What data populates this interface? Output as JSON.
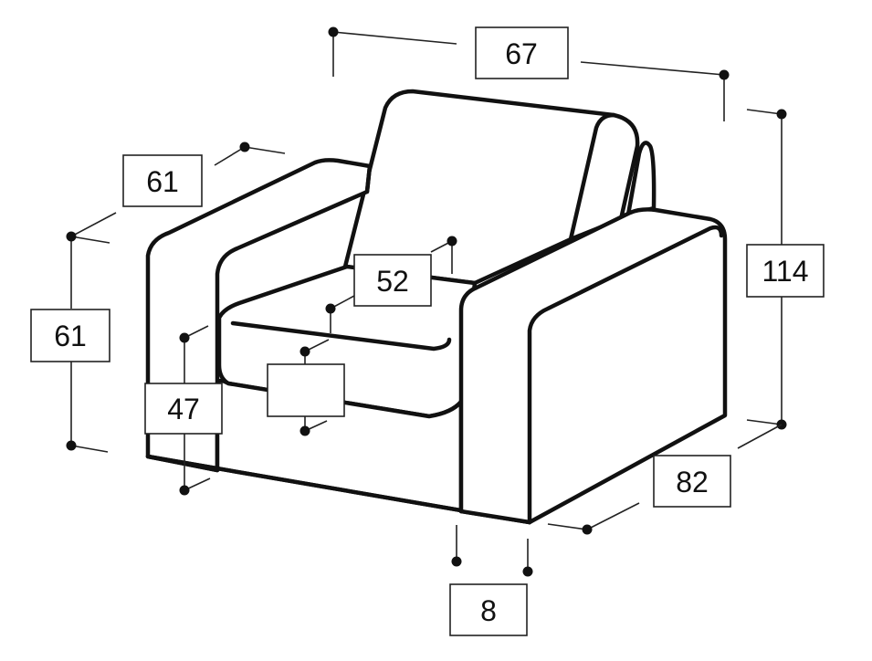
{
  "diagram": {
    "dimensions": {
      "width": "67",
      "arm_depth": "61",
      "arm_height": "61",
      "seat_height": "47",
      "seat_depth": "52",
      "cushion_thickness": "",
      "total_height": "114",
      "total_depth": "82",
      "leg_height": "8"
    }
  }
}
